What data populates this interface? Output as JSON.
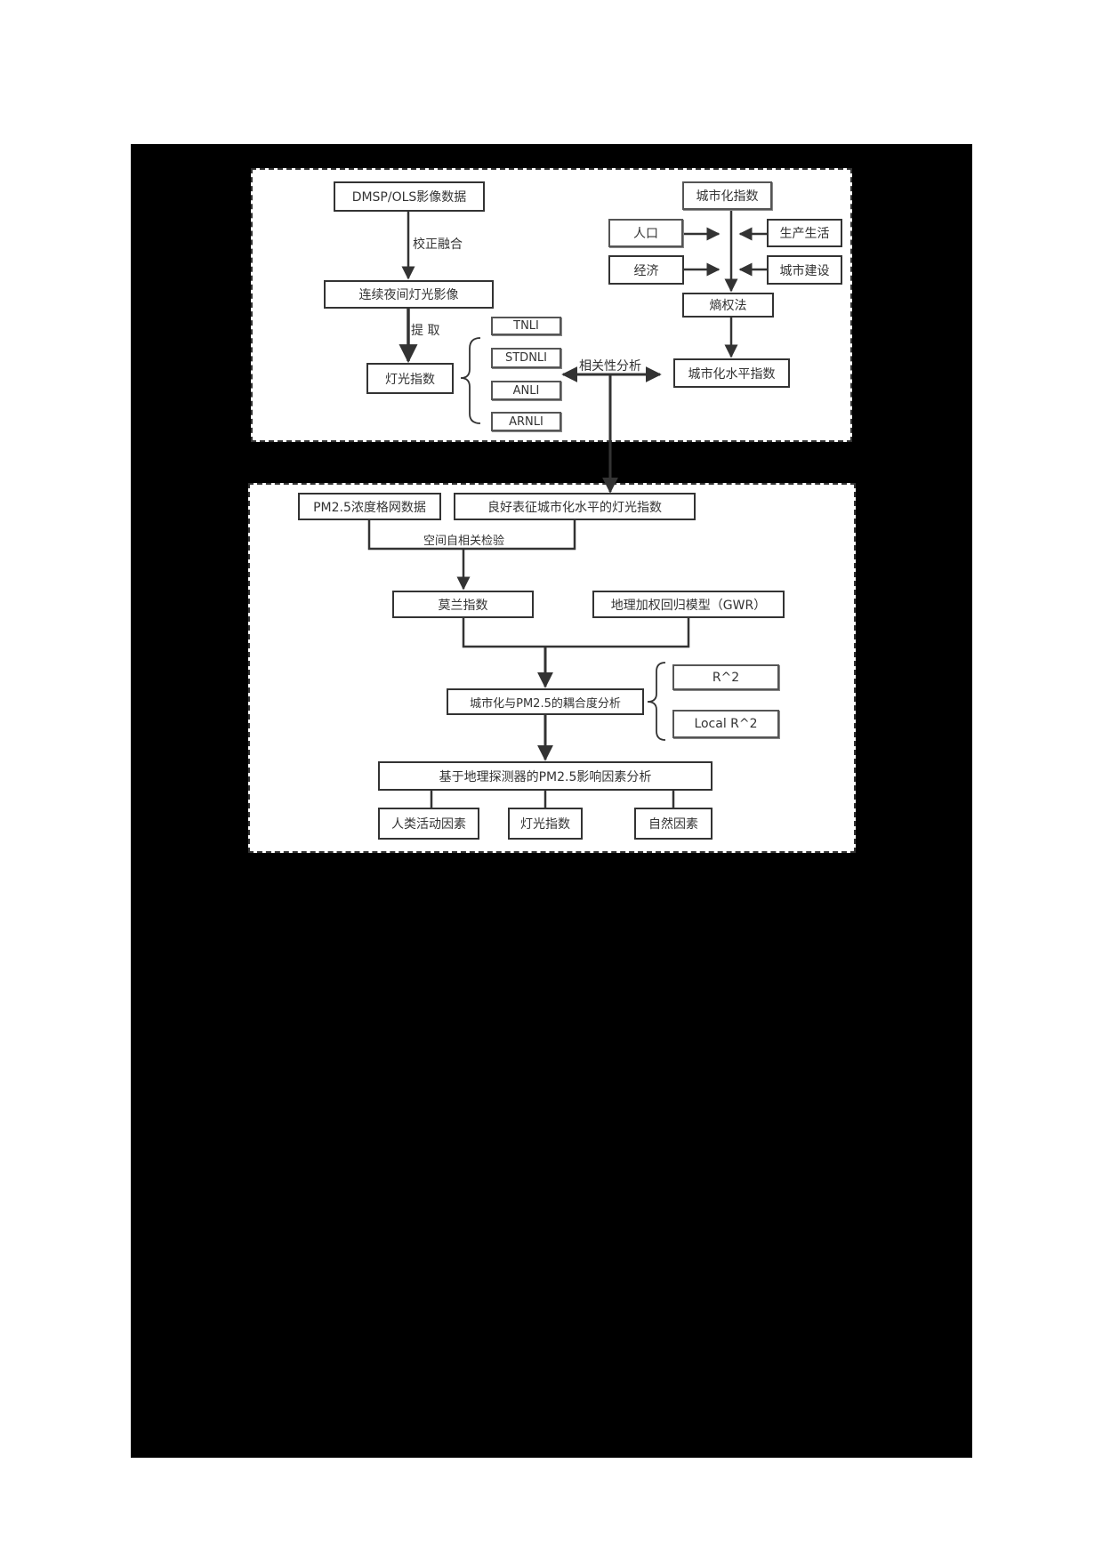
{
  "diagram": {
    "type": "flowchart",
    "top_section": {
      "left_branch": {
        "source": "DMSP/OLS影像数据",
        "step1_label": "校正融合",
        "intermediate": "连续夜间灯光影像",
        "step2_label": "提 取",
        "result": "灯光指数",
        "indices": [
          "TNLI",
          "STDNLI",
          "ANLI",
          "ARNLI"
        ]
      },
      "right_branch": {
        "source": "城市化指数",
        "left_inputs": [
          "人口",
          "经济"
        ],
        "right_inputs": [
          "生产生活",
          "城市建设"
        ],
        "method": "熵权法",
        "result": "城市化水平指数"
      },
      "link_label": "相关性分析"
    },
    "bottom_section": {
      "inputs": [
        "PM2.5浓度格网数据",
        "良好表征城市化水平的灯光指数"
      ],
      "test_label": "空间自相关检验",
      "moran": "莫兰指数",
      "gwr": "地理加权回归模型（GWR）",
      "coupling": "城市化与PM2.5的耦合度分析",
      "metrics": [
        "R^2",
        "Local R^2"
      ],
      "detector": "基于地理探测器的PM2.5影响因素分析",
      "factors": [
        "人类活动因素",
        "灯光指数",
        "自然因素"
      ]
    }
  }
}
